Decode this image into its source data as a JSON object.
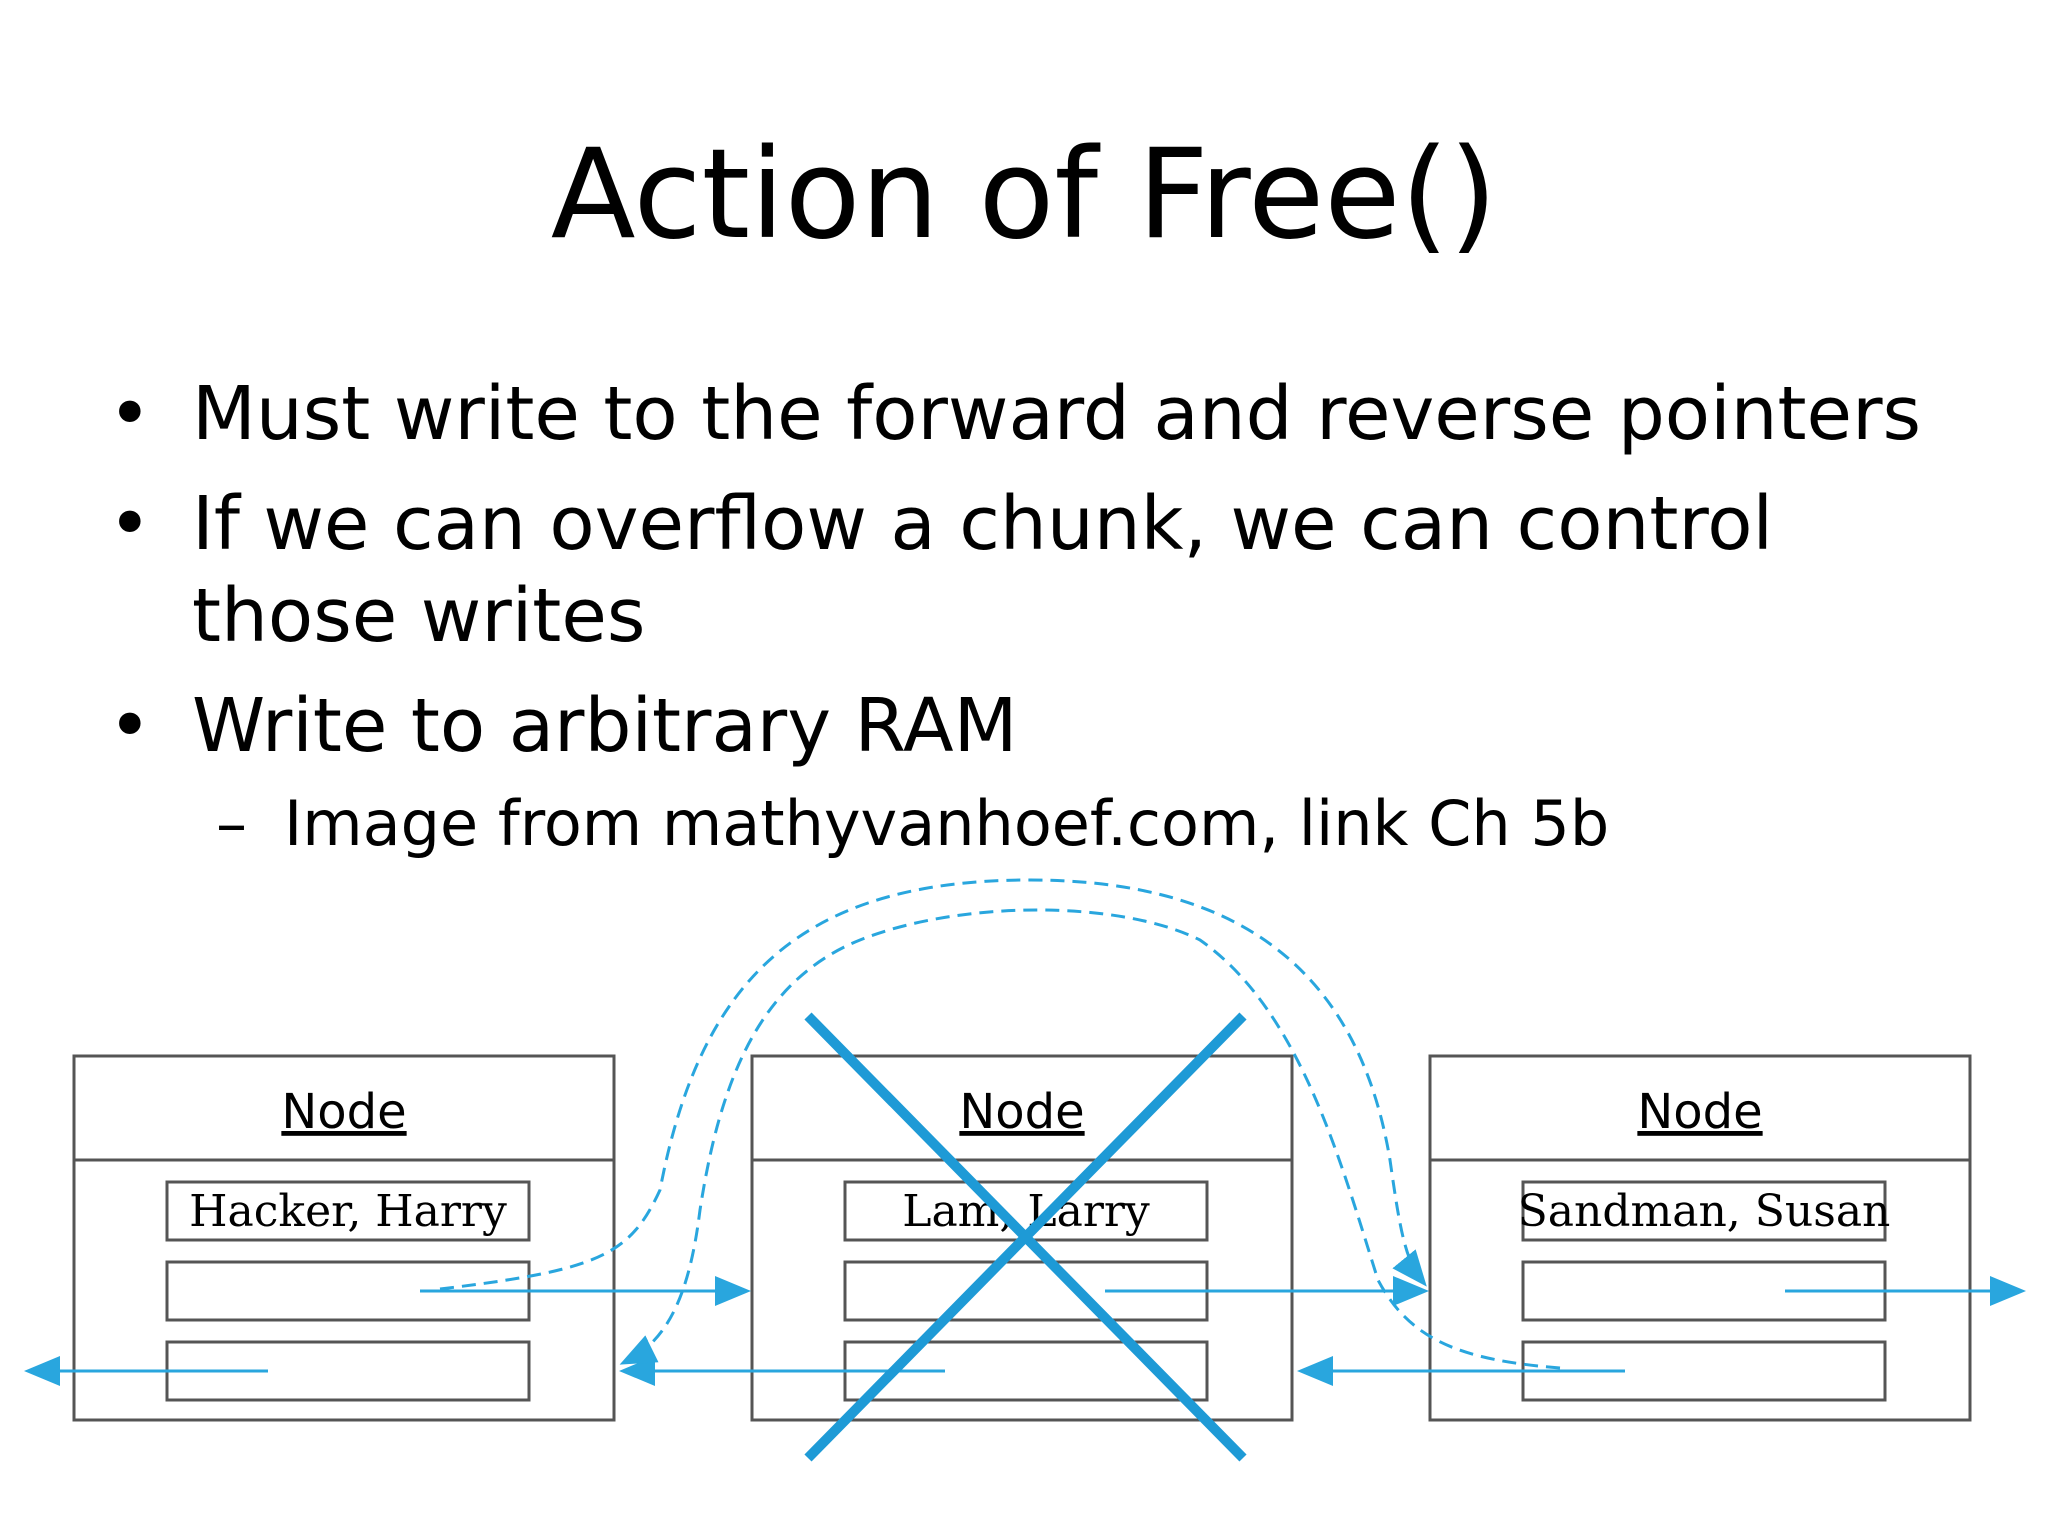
{
  "slide": {
    "title": "Action of Free()",
    "bullets": [
      "Must write to the forward and reverse pointers",
      "If we can overflow a chunk, we can control those writes",
      "Write to arbitrary RAM"
    ],
    "sub_bullet": "Image from mathyvanhoef.com, link Ch 5b",
    "bullet_symbol": "•",
    "sub_symbol": "–"
  },
  "diagram": {
    "node_heading": "Node",
    "nodes": [
      {
        "name": "Hacker, Harry"
      },
      {
        "name": "Lam, Larry"
      },
      {
        "name": "Sandman, Susan"
      }
    ],
    "arrow_color": "#29a6de",
    "box_color": "#555555"
  }
}
